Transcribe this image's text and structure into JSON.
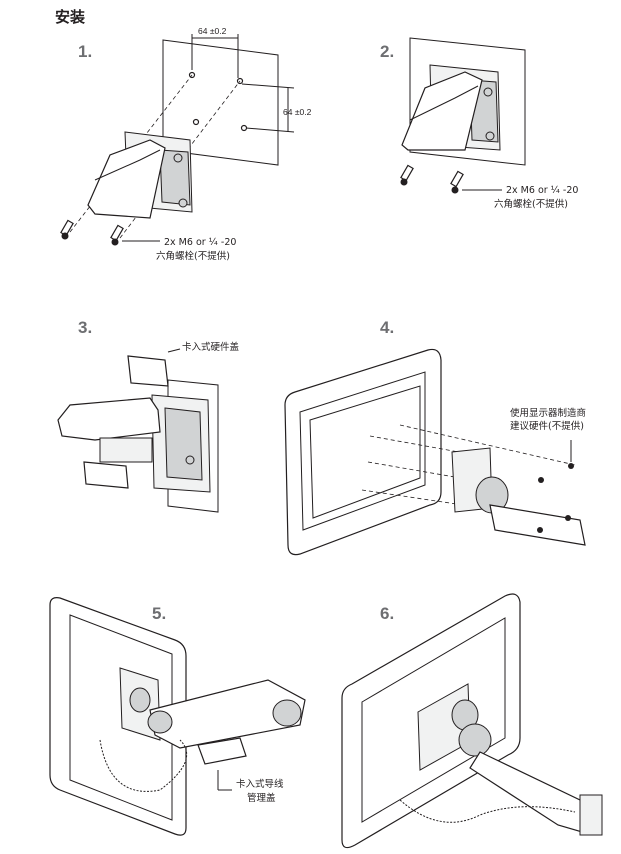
{
  "section_title": "安装",
  "steps": [
    {
      "number": "1.",
      "labels": {
        "dim_h": "64 ±0.2",
        "dim_v": "64 ±0.2",
        "bolt_spec": "2x M6 or ¼ -20",
        "bolt_note": "六角螺栓(不提供)"
      }
    },
    {
      "number": "2.",
      "labels": {
        "bolt_spec": "2x M6 or ¼ -20",
        "bolt_note": "六角螺栓(不提供)"
      }
    },
    {
      "number": "3.",
      "labels": {
        "cover": "卡入式硬件盖"
      }
    },
    {
      "number": "4.",
      "labels": {
        "line1": "使用显示器制造商",
        "line2": "建议硬件(不提供)"
      }
    },
    {
      "number": "5.",
      "labels": {
        "line1": "卡入式导线",
        "line2": "管理盖"
      }
    },
    {
      "number": "6.",
      "labels": {}
    }
  ],
  "icons": [
    "mounting-plate-illustration",
    "wall-bracket-illustration",
    "hex-bolt-icon",
    "monitor-illustration",
    "monitor-arm-illustration",
    "cable-cover-illustration"
  ]
}
